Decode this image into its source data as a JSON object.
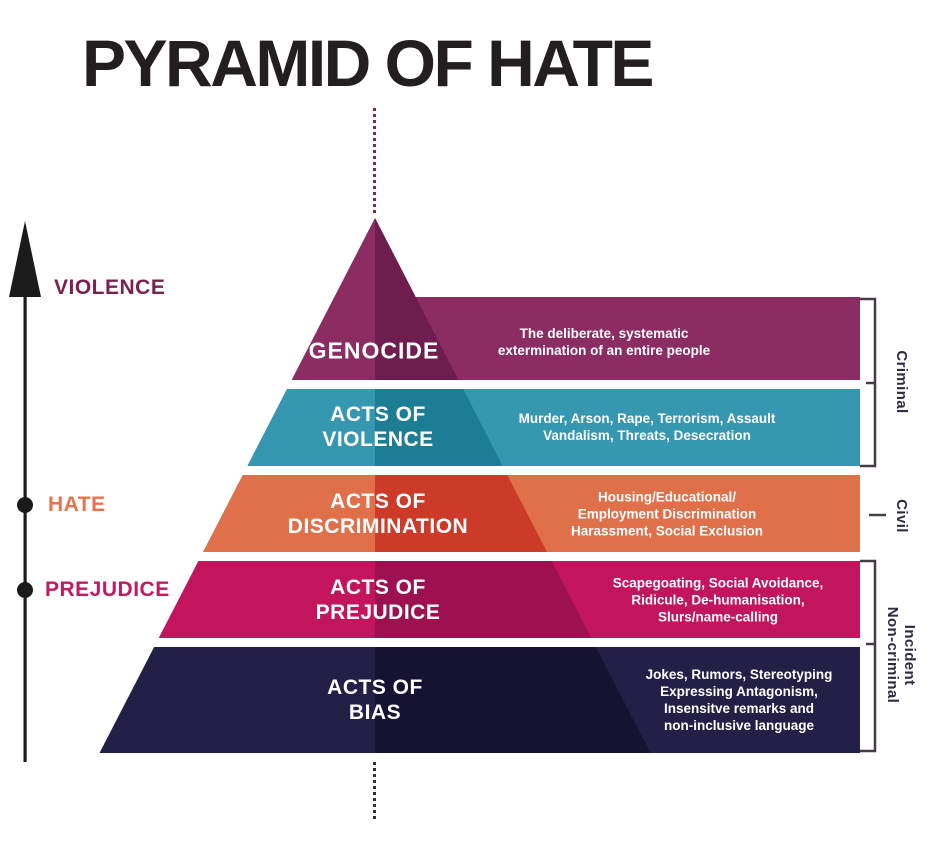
{
  "title": "PYRAMID OF HATE",
  "axis": {
    "labels": [
      {
        "text": "VIOLENCE",
        "color": "#7b2150"
      },
      {
        "text": "HATE",
        "color": "#e9724c"
      },
      {
        "text": "PREJUDICE",
        "color": "#c11a5e"
      }
    ]
  },
  "levels": [
    {
      "name": "Genocide",
      "label_lines": [
        "GENOCIDE"
      ],
      "color": "#8b2c62",
      "shadow_color": "#6d1d4e",
      "desc_lines": [
        "The deliberate, systematic",
        "extermination of an entire people"
      ]
    },
    {
      "name": "Acts of Violence",
      "label_lines": [
        "ACTS OF",
        "VIOLENCE"
      ],
      "color": "#3697b1",
      "shadow_color": "#1d7d95",
      "desc_lines": [
        "Murder, Arson, Rape, Terrorism, Assault",
        "Vandalism, Threats, Desecration"
      ]
    },
    {
      "name": "Acts of Discrimination",
      "label_lines": [
        "ACTS OF",
        "DISCRIMINATION"
      ],
      "color": "#e0704a",
      "shadow_color": "#cc3a28",
      "desc_lines": [
        "Housing/Educational/",
        "Employment Discrimination",
        "Harassment, Social Exclusion"
      ]
    },
    {
      "name": "Acts of Prejudice",
      "label_lines": [
        "ACTS OF",
        "PREJUDICE"
      ],
      "color": "#c2155d",
      "shadow_color": "#9e1150",
      "desc_lines": [
        "Scapegoating, Social Avoidance,",
        "Ridicule, De-humanisation,",
        "Slurs/name-calling"
      ]
    },
    {
      "name": "Acts of Bias",
      "label_lines": [
        "ACTS OF",
        "BIAS"
      ],
      "color": "#232047",
      "shadow_color": "#161231",
      "desc_lines": [
        "Jokes, Rumors, Stereotyping",
        "Expressing Antagonism,",
        "Insensitve remarks and",
        "non-inclusive language"
      ]
    }
  ],
  "brackets": [
    {
      "label_lines": [
        "Criminal"
      ]
    },
    {
      "label_lines": [
        "Civil"
      ]
    },
    {
      "label_lines": [
        "Non-criminal",
        "Incident"
      ]
    }
  ],
  "colors": {
    "background": "#ffffff",
    "title": "#231f20",
    "axis": "#1b1b1b",
    "dotted_line": "#7b2a56",
    "level_text": "#ffffff",
    "bracket_line": "#433c44",
    "bracket_text": "#2e2945"
  }
}
